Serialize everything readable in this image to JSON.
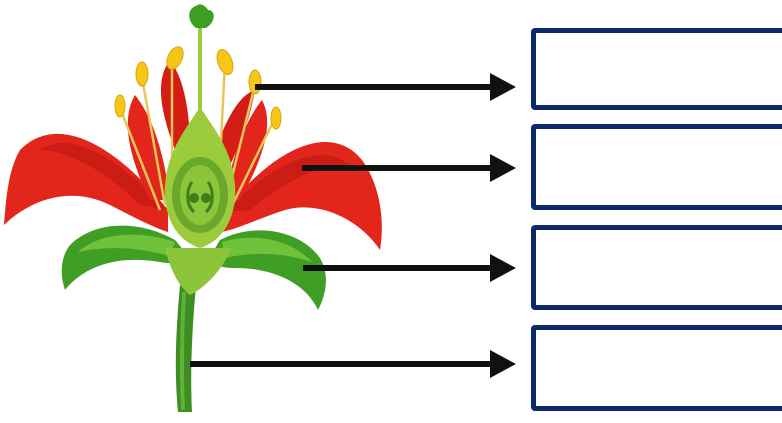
{
  "diagram": {
    "subject": "flower-anatomy",
    "colors": {
      "petal": "#e3261b",
      "petal_dark": "#b81410",
      "sepal": "#3f9e24",
      "sepal_light": "#6fc23a",
      "pistil": "#9ccc3c",
      "stem": "#3c8e22",
      "anther": "#f5c518",
      "filament": "#e8c65a",
      "arrow": "#111111",
      "box_border": "#0c2a6b"
    },
    "label_boxes": [
      {
        "id": "box-1",
        "text": ""
      },
      {
        "id": "box-2",
        "text": ""
      },
      {
        "id": "box-3",
        "text": ""
      },
      {
        "id": "box-4",
        "text": ""
      }
    ]
  }
}
